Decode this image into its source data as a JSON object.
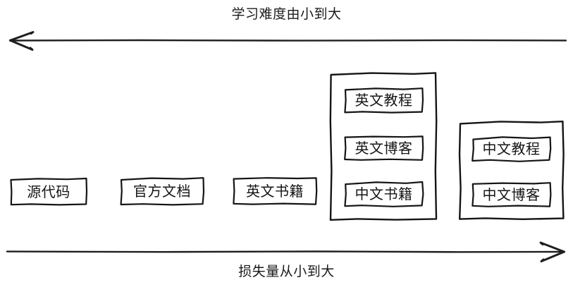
{
  "diagram": {
    "style": "hand-drawn-sketch",
    "stroke_color": "#1a1a1a",
    "background_color": "#ffffff",
    "top_axis": {
      "label": "学习难度由小到大",
      "direction": "left",
      "arrow_icon": "arrow-left-icon"
    },
    "bottom_axis": {
      "label": "损失量从小到大",
      "direction": "right",
      "arrow_icon": "arrow-right-icon"
    },
    "nodes": [
      {
        "id": "source-code",
        "label": "源代码"
      },
      {
        "id": "official-docs",
        "label": "官方文档"
      },
      {
        "id": "english-books",
        "label": "英文书籍"
      }
    ],
    "groups": [
      {
        "id": "group-english",
        "items": [
          {
            "id": "english-tutorials",
            "label": "英文教程"
          },
          {
            "id": "english-blogs",
            "label": "英文博客"
          },
          {
            "id": "chinese-books",
            "label": "中文书籍"
          }
        ]
      },
      {
        "id": "group-chinese",
        "items": [
          {
            "id": "chinese-tutorials",
            "label": "中文教程"
          },
          {
            "id": "chinese-blogs",
            "label": "中文博客"
          }
        ]
      }
    ]
  }
}
